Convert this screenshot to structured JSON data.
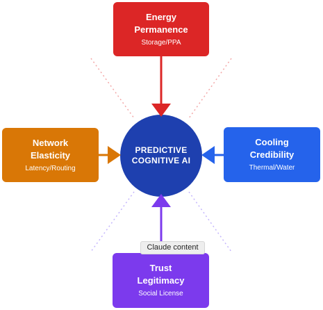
{
  "center": {
    "line1": "PREDICTIVE",
    "line2": "COGNITIVE AI",
    "color": "#1e40af"
  },
  "nodes": {
    "top": {
      "line1": "Energy",
      "line2": "Permanence",
      "sub": "Storage/PPA",
      "color": "#dc2626"
    },
    "left": {
      "line1": "Network",
      "line2": "Elasticity",
      "sub": "Latency/Routing",
      "color": "#d97706"
    },
    "right": {
      "line1": "Cooling",
      "line2": "Credibility",
      "sub": "Thermal/Water",
      "color": "#2563eb"
    },
    "bottom": {
      "line1": "Trust",
      "line2": "Legitimacy",
      "sub": "Social License",
      "color": "#7c3aed"
    }
  },
  "tooltip": {
    "text": "Claude content"
  },
  "colors": {
    "diagonal_top": "#f3a7a7",
    "diagonal_bottom": "#c4b5fd"
  }
}
